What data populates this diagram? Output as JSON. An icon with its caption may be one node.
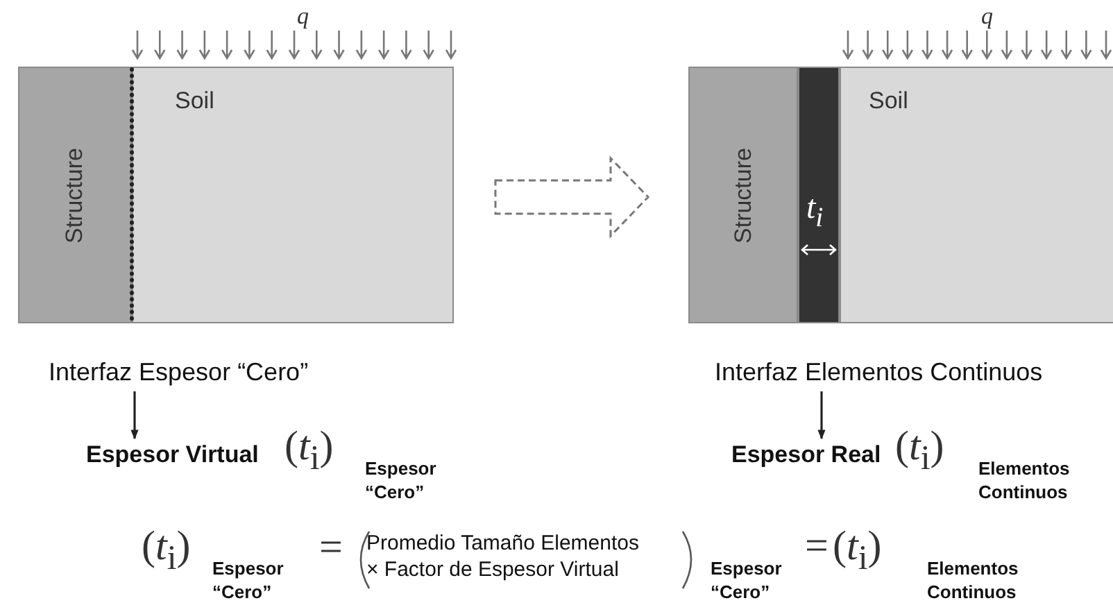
{
  "diagram": {
    "nodes": [
      {
        "text": [
          "Structure"
        ]
      },
      {
        "text": [
          "Soil"
        ]
      },
      {
        "text": [
          "Structure"
        ]
      },
      {
        "text": [
          "t$_{i}$"
        ]
      },
      {
        "text": [
          "Soil"
        ]
      },
      {
        "text": [
          "Interfaz Espesor “Cero”"
        ]
      },
      {
        "text": [
          "Espesor Virtual"
        ]
      },
      {
        "text": [
          "Interfaz Elementos Continuos"
        ]
      },
      {
        "text": [
          "Espesor Real"
        ]
      }
    ],
    "edges": [
      {
        "from": 1,
        "to": 2,
        "arrow": "to",
        "style": "dashed"
      },
      {
        "from": 5,
        "to": 6,
        "arrow": "to"
      },
      {
        "from": 7,
        "to": 8,
        "arrow": "to"
      }
    ],
    "labels": [
      "q",
      "q",
      "(*t*$_{i}$)",
      "Espesor “Cero”",
      "(*t*$_{i}$)",
      "Elementos Continuos",
      "(*t*$_{i}$)",
      "Espesor “Cero”",
      "=",
      "Promedio Tamaño Elementos",
      "× Factor de Espesor Virtual",
      "Espesor “Cero”",
      "=",
      "(*t*$_{i}$)",
      "Elementos Continuos"
    ]
  }
}
